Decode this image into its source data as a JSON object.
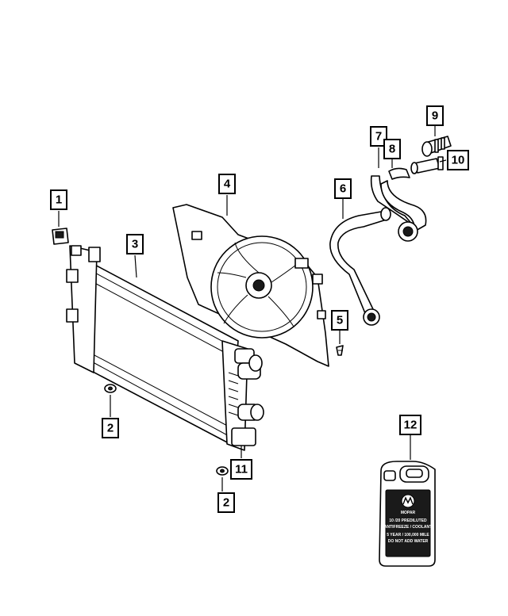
{
  "callouts": [
    {
      "id": "c1",
      "label": "1"
    },
    {
      "id": "c2a",
      "label": "2"
    },
    {
      "id": "c2b",
      "label": "2"
    },
    {
      "id": "c3",
      "label": "3"
    },
    {
      "id": "c4",
      "label": "4"
    },
    {
      "id": "c5",
      "label": "5"
    },
    {
      "id": "c6",
      "label": "6"
    },
    {
      "id": "c7",
      "label": "7"
    },
    {
      "id": "c8",
      "label": "8"
    },
    {
      "id": "c9",
      "label": "9"
    },
    {
      "id": "c10",
      "label": "10"
    },
    {
      "id": "c11",
      "label": "11"
    },
    {
      "id": "c12",
      "label": "12"
    }
  ],
  "coolant_jug": {
    "brand": "MOPAR",
    "line1": "10 /20 PREDILUTED",
    "line2": "ANTIFREEZE / COOLANT",
    "line3": "5 YEAR / 100,000 MILE",
    "line4": "DO NOT ADD WATER"
  }
}
